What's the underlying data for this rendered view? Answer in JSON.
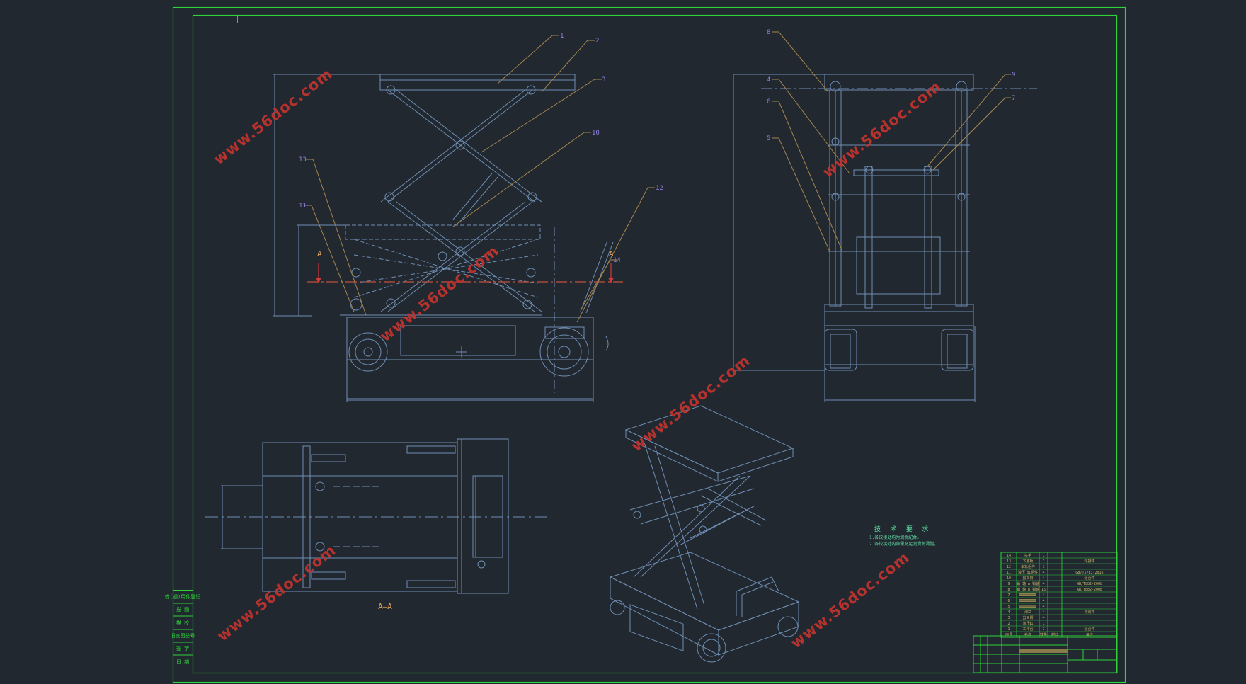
{
  "drawing": {
    "section_marker": "A",
    "section_view_label": "A—A",
    "part_numbers": {
      "p1": "1",
      "p2": "2",
      "p3": "3",
      "p10": "10",
      "p12": "12",
      "p13": "13",
      "p11": "11",
      "p14": "14",
      "p8": "8",
      "p4": "4",
      "p6": "6",
      "p5": "5",
      "p9": "9",
      "p7": "7"
    }
  },
  "watermark": {
    "text": "www.56doc.com"
  },
  "tech_requirements": {
    "title": "技 术 要 求",
    "lines": [
      "1.各铰接处均为润滑配合。",
      "2.各铰接处内部需充足润滑润滑脂。"
    ]
  },
  "bom": {
    "rows": [
      [
        "14",
        "扶手",
        "1",
        "",
        ""
      ],
      [
        "13",
        "下底板",
        "1",
        "",
        "焊接件"
      ],
      [
        "12",
        "车轮组件",
        "1",
        "",
        ""
      ],
      [
        "11",
        "液压 缸组件",
        "4",
        "",
        "GB/T5783-2016"
      ],
      [
        "10",
        "剪叉臂",
        "4",
        "",
        "组合件"
      ],
      [
        "9",
        "销 轴 A 销轴",
        "4",
        "",
        "GB/T882-2008"
      ],
      [
        "8",
        "销 轴 B 销轴",
        "16",
        "",
        "GB/T882-2008"
      ],
      [
        "7",
        "",
        "4",
        "",
        ""
      ],
      [
        "6",
        "",
        "4",
        "",
        ""
      ],
      [
        "5",
        "",
        "4",
        "",
        ""
      ],
      [
        "4",
        "滑块",
        "4",
        "",
        "外购件"
      ],
      [
        "3",
        "剪叉臂",
        "4",
        "",
        ""
      ],
      [
        "2",
        "液压缸",
        "1",
        "",
        ""
      ],
      [
        "1",
        "工作台",
        "1",
        "",
        "组合件"
      ],
      [
        "序号",
        "名称",
        "数量",
        "材料",
        "备注"
      ]
    ]
  },
  "side_table": {
    "rows": [
      "借(通)用件登记",
      "描 图",
      "描 校",
      "旧底图总号",
      "签 字",
      "日 期"
    ]
  }
}
